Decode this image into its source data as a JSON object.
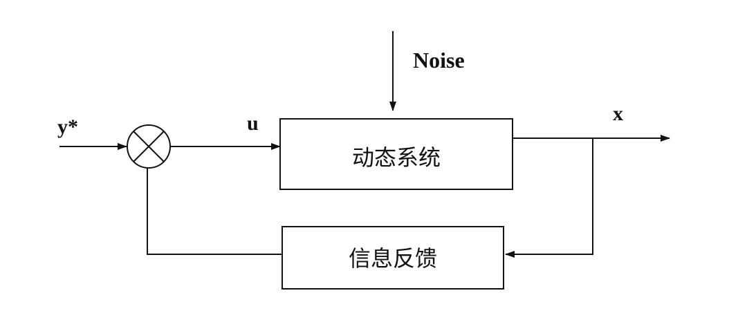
{
  "labels": {
    "reference": "y*",
    "noise": "Noise",
    "control": "u",
    "output": "x"
  },
  "blocks": {
    "plant": "动态系统",
    "feedback": "信息反馈"
  },
  "colors": {
    "line": "#111111",
    "background": "#ffffff"
  }
}
